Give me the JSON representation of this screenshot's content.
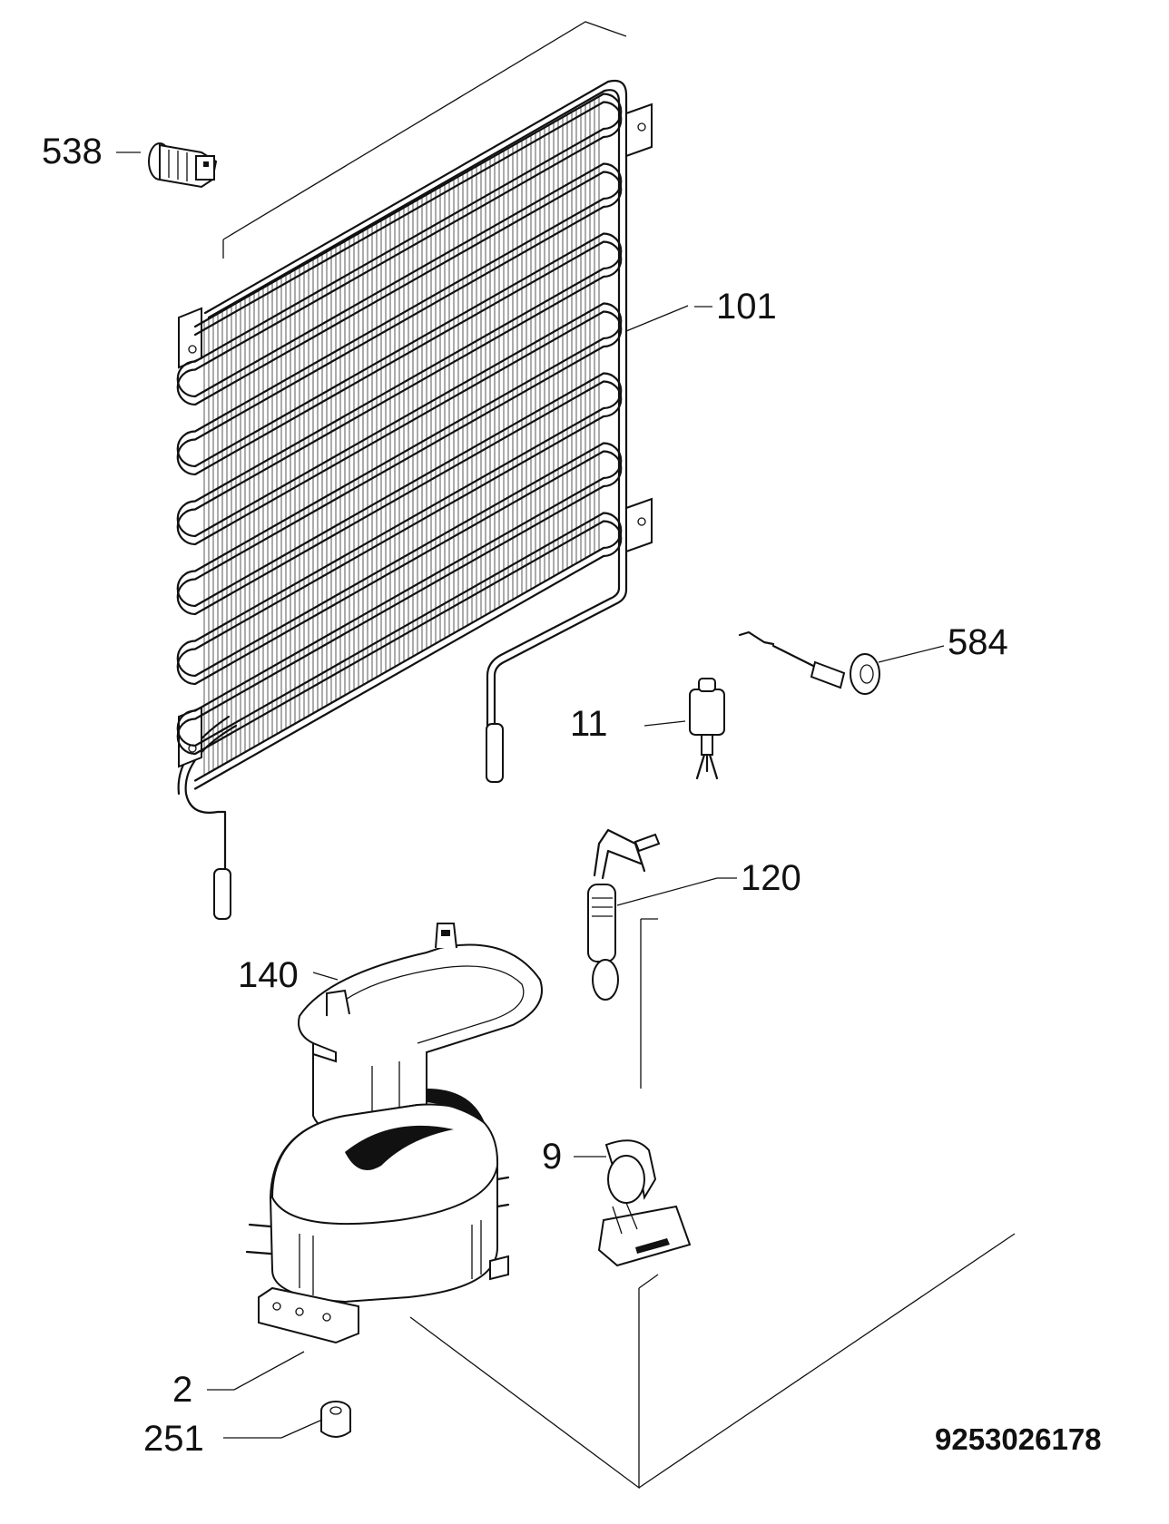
{
  "part_labels": {
    "p538": "538",
    "p101": "101",
    "p584": "584",
    "p11": "11",
    "p120": "120",
    "p140": "140",
    "p9": "9",
    "p2": "2",
    "p251": "251"
  },
  "diagram_code": "9253026178",
  "icons": {
    "condenser": "condenser-coil-icon",
    "compressor": "compressor-icon",
    "drip_tray": "drip-tray-icon"
  }
}
